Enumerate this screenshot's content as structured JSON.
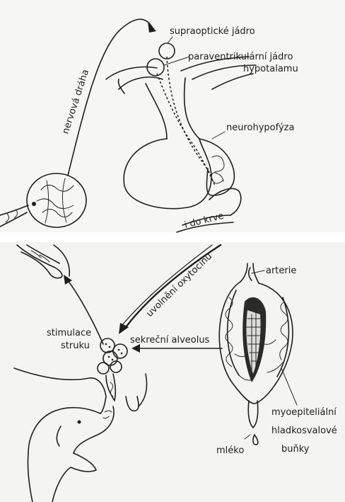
{
  "labels": {
    "supraopticke": "supraoptické jádro",
    "paraventrikularni": "paraventrikulární jádro",
    "hypotalamu": "hypotalamu",
    "neurohypofyza": "neurohypofýza",
    "nervova_draha": "nervová dráha",
    "do_krve": "i do krve",
    "uvolneni": "uvolnění oxytocinu",
    "sekrecni": "sekreční alveolus",
    "stimulace": "stimulace",
    "struku": "struku",
    "arterie": "arterie",
    "myoepitelialni": "myoepiteliální",
    "hladkosvalove": "hladkosvalové",
    "bunky": "buňky",
    "mleko": "mléko"
  }
}
